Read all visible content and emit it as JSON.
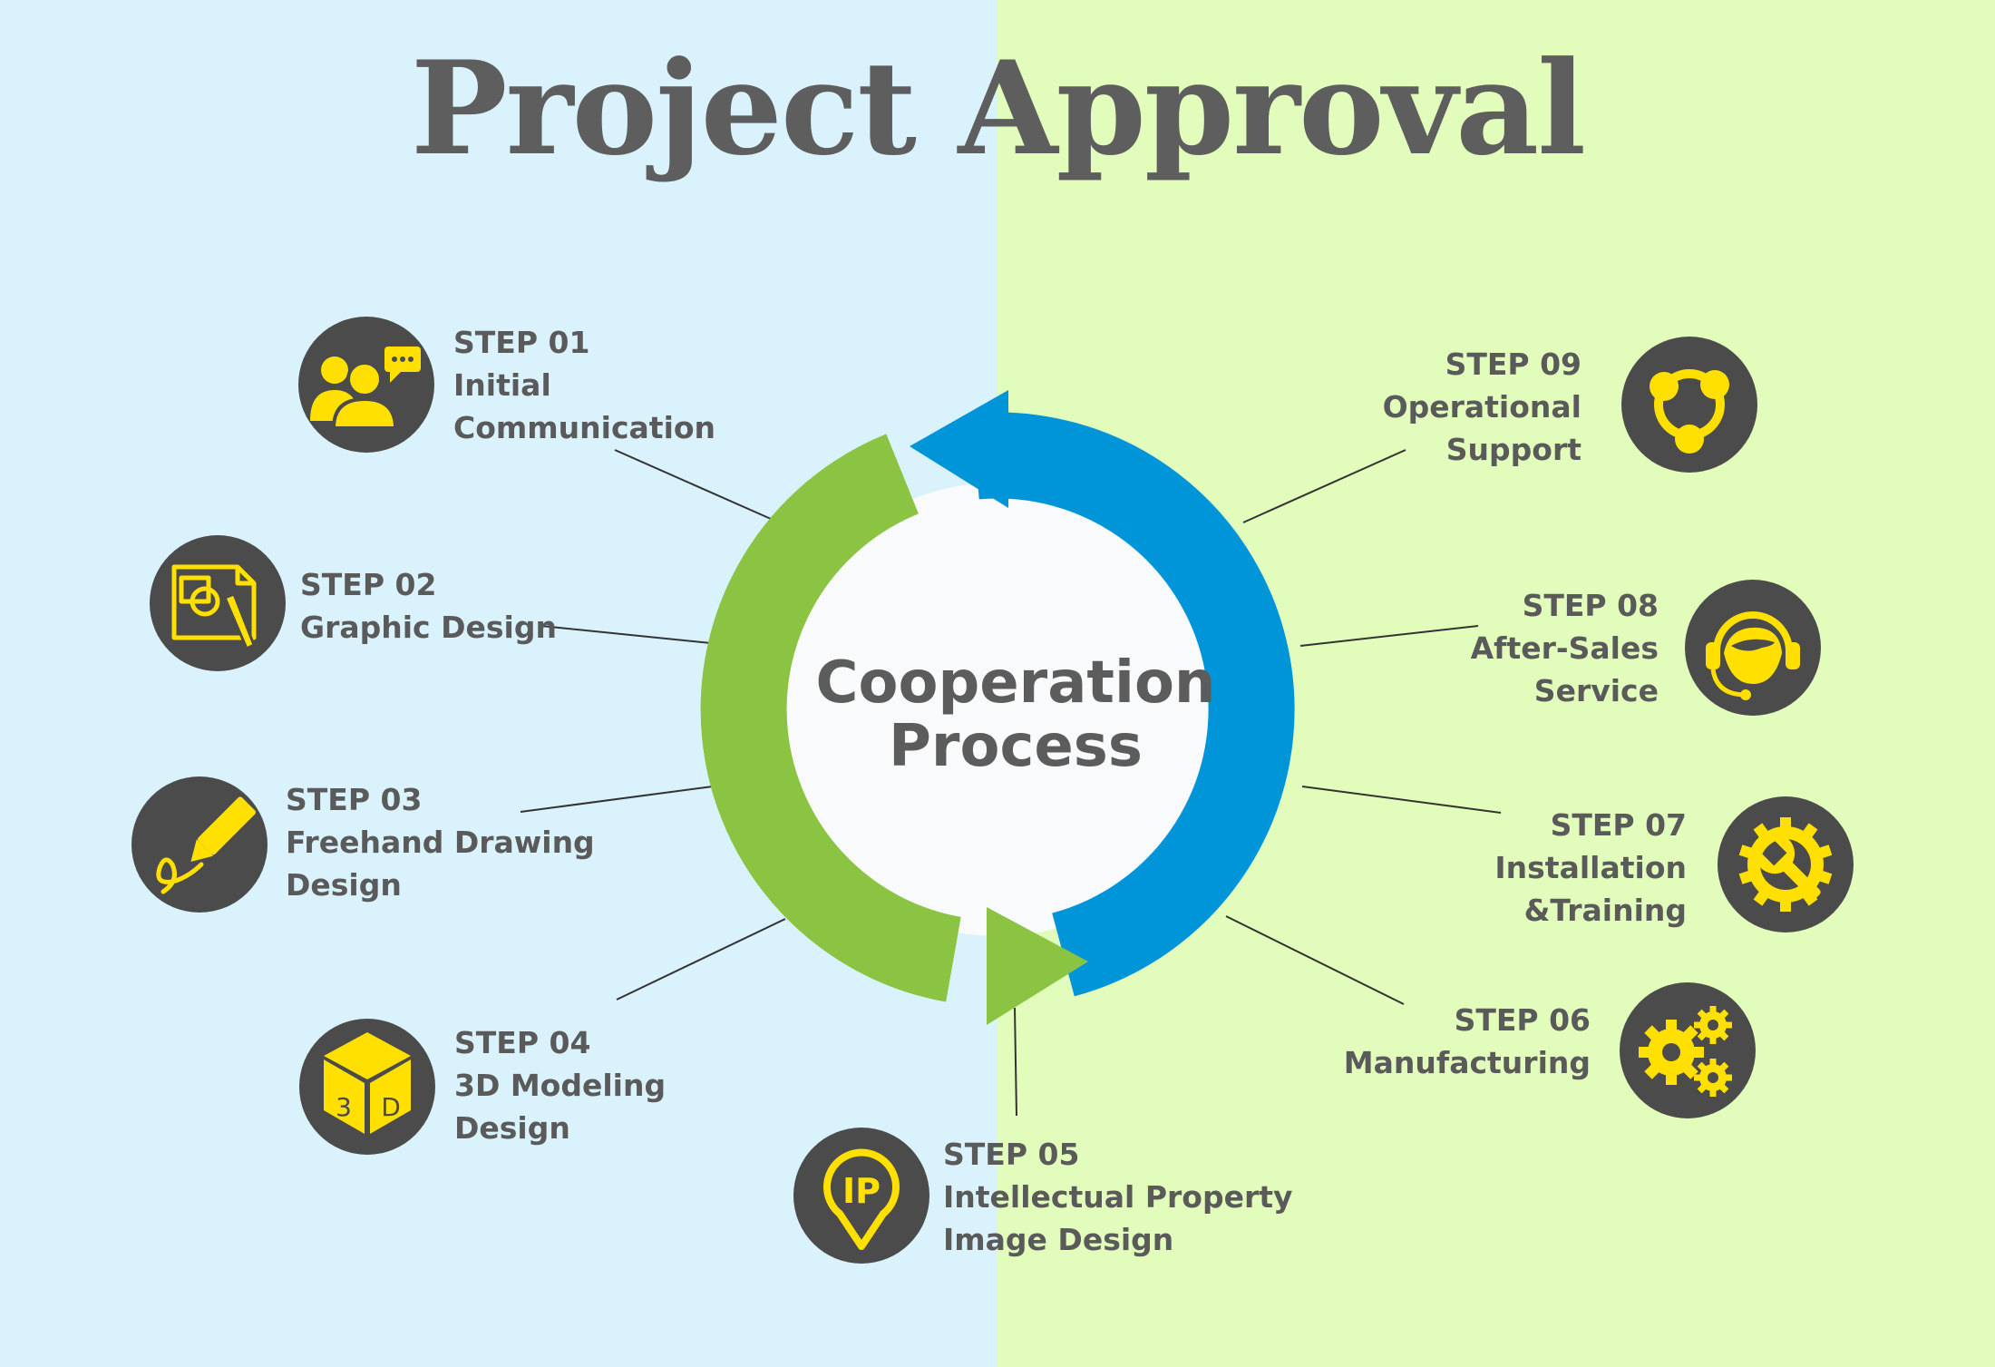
{
  "title": "Project Approval",
  "center": {
    "line1": "Cooperation",
    "line2": "Process"
  },
  "colors": {
    "left_background": "#d9f2fc",
    "right_background": "#e2fdbb",
    "green_arrow": "#8bc342",
    "blue_arrow": "#0095d9",
    "icon_circle": "#4b4b4b",
    "icon_yellow": "#ffe000",
    "text": "#5a5a5a"
  },
  "steps": [
    {
      "step": "STEP 01",
      "line1": "Initial",
      "line2": "Communication",
      "icon": "people-chat-icon"
    },
    {
      "step": "STEP 02",
      "line1": "Graphic Design",
      "line2": "",
      "icon": "graphic-design-icon"
    },
    {
      "step": "STEP 03",
      "line1": "Freehand Drawing",
      "line2": "Design",
      "icon": "pencil-icon"
    },
    {
      "step": "STEP 04",
      "line1": "3D Modeling",
      "line2": "Design",
      "icon": "3d-cube-icon"
    },
    {
      "step": "STEP 05",
      "line1": "Intellectual Property",
      "line2": "Image Design",
      "icon": "ip-pin-icon"
    },
    {
      "step": "STEP 06",
      "line1": "Manufacturing",
      "line2": "",
      "icon": "gears-icon"
    },
    {
      "step": "STEP 07",
      "line1": "Installation",
      "line2": "&Training",
      "icon": "gear-wrench-icon"
    },
    {
      "step": "STEP 08",
      "line1": "After-Sales",
      "line2": "Service",
      "icon": "headset-icon"
    },
    {
      "step": "STEP 09",
      "line1": "Operational",
      "line2": "Support",
      "icon": "network-icon"
    }
  ]
}
